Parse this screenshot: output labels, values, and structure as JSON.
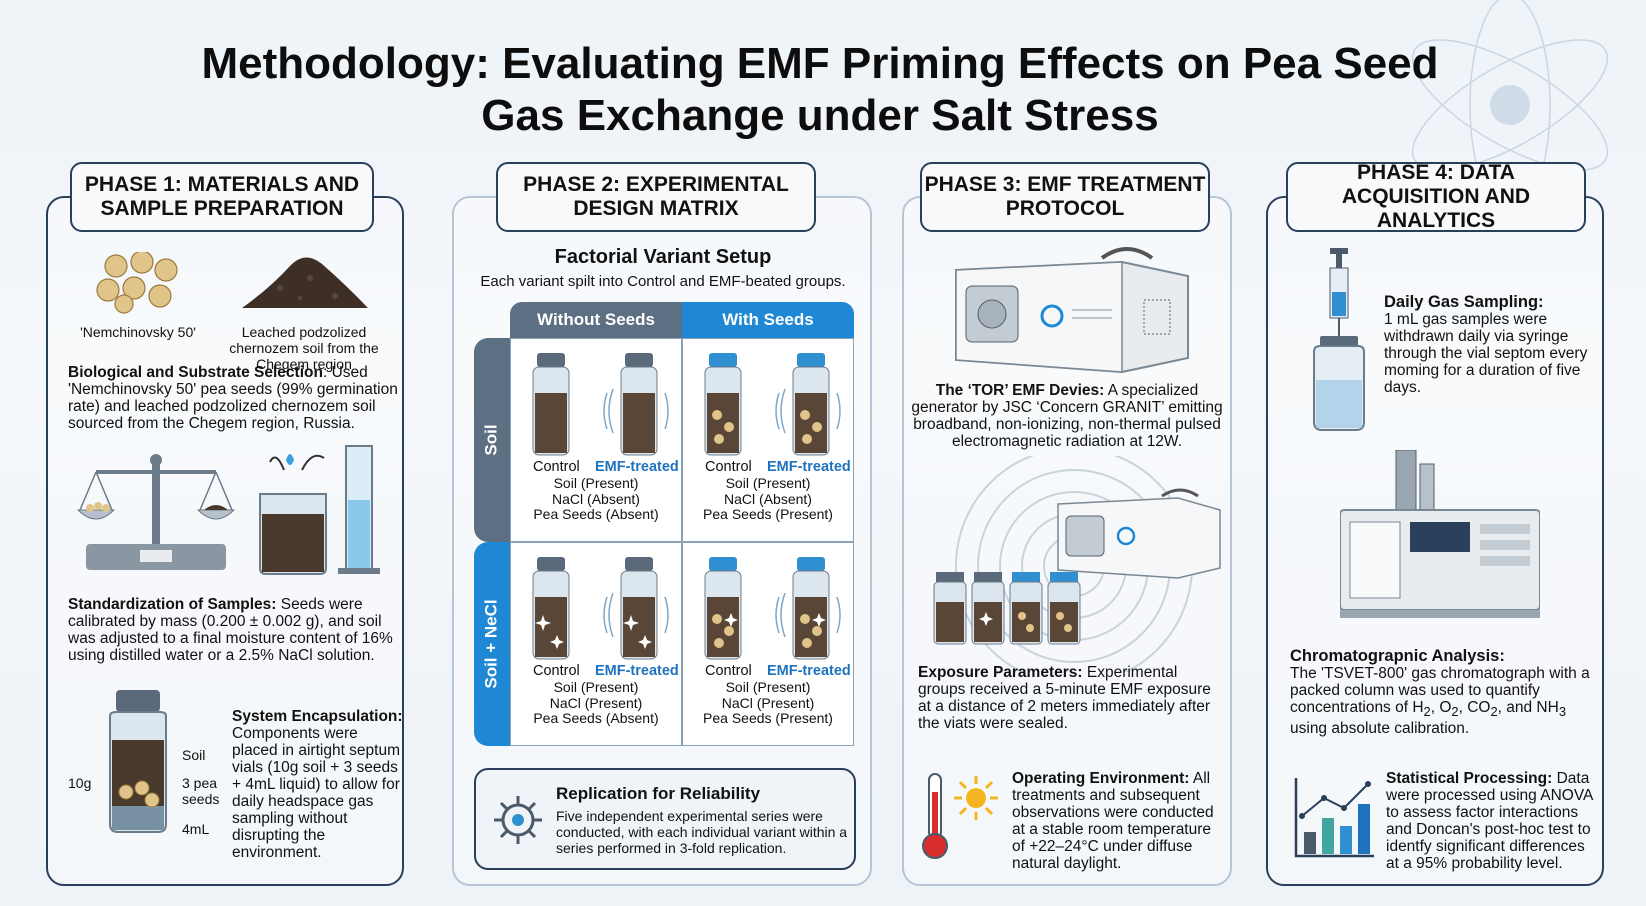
{
  "title": "Methodology: Evaluating EMF Priming Effects on Pea Seed Gas Exchange under Salt Stress",
  "colors": {
    "accent_blue": "#1e88d4",
    "slate": "#5d6f82",
    "border": "#2a3f5a",
    "emf_blue": "#1e73be"
  },
  "phase1": {
    "heading": "PHASE 1: MATERIALS AND SAMPLE PREPARATION",
    "seed_caption": "'Nemchinovsky 50'",
    "soil_caption": "Leached podzolized chernozem soil from the Chegem region",
    "bio_title": "Biological and Substrate Selection",
    "bio_text": ": Used 'Nemchinovsky 50' pea seeds (99% germination rate) and leached podzolized chernozem soil sourced from the Chegem region, Russia.",
    "std_title": "Standardization of Samples:",
    "std_text": " Seeds were calibrated by mass (0.200 ± 0.002 g), and soil was adjusted to a final moisture content of 16% using distilled water or a 2.5% NaCl solution.",
    "vial_labels": {
      "soil": "Soil",
      "mass": "10g",
      "seeds": "3 pea seeds",
      "liquid": "4mL"
    },
    "enc_title": "System Encapsulation:",
    "enc_text": " Components were placed in airtight septum vials (10g soil + 3 seeds + 4mL liquid) to allow for daily headspace gas sampling without disrupting the environment."
  },
  "phase2": {
    "heading": "PHASE 2: EXPERIMENTAL DESIGN MATRIX",
    "setup_title": "Factorial Variant Setup",
    "setup_sub": "Each variant spilt into Control and EMF-beated groups.",
    "col_without": "Without Seeds",
    "col_with": "With Seeds",
    "row_soil": "Soil",
    "row_soil_nacl": "Soil + NeCl",
    "label_control": "Control",
    "label_emf": "EMF-treated",
    "cells": [
      {
        "soil": "Soil (Present)",
        "nacl": "NaCl (Absent)",
        "seeds": "Pea Seeds (Absent)"
      },
      {
        "soil": "Soil (Present)",
        "nacl": "NaCl (Absent)",
        "seeds": "Pea Seeds (Present)"
      },
      {
        "soil": "Soil (Present)",
        "nacl": "NaCl (Present)",
        "seeds": "Pea Seeds (Absent)"
      },
      {
        "soil": "Soil (Present)",
        "nacl": "NaCl (Present)",
        "seeds": "Pea Seeds (Present)"
      }
    ],
    "rep_title": "Replication for Reliability",
    "rep_text": "Five independent experimental series were conducted, with each individual variant within a series performed in 3-fold replication."
  },
  "phase3": {
    "heading": "PHASE 3: EMF TREATMENT PROTOCOL",
    "dev_title": "The ‘TOR’ EMF Devies:",
    "dev_text": " A specialized generator by JSC ‘Concern GRANIT’ emitting broadband, non-ionizing, non-thermal pulsed electromagnetic radiation at 12W.",
    "exp_title": "Exposure Parameters:",
    "exp_text": " Experimental groups received a 5-minute EMF exposure at a distance of 2 meters immediately after the viats were sealed.",
    "env_title": "Operating Environment:",
    "env_text": " All treatments and subsequent observations were conducted at a stable room temperature of +22–24°C under diffuse natural daylight."
  },
  "phase4": {
    "heading": "PHASE 4: DATA ACQUISITION AND ANALYTICS",
    "gas_title": "Daily Gas Sampling:",
    "gas_text": "1 mL gas samples were withdrawn daily via syringe through the vial septom every moming for a duration of five days.",
    "chrom_title": "Chromatograpnic Analysis:",
    "chrom_text_1": "The 'TSVET-800' gas chromatograph with a packed column was used to quantify concentrations of H",
    "chrom_sub_2": "2",
    "chrom_sep_1": ", O",
    "chrom_sep_2": ", CO",
    "chrom_sep_3": ", and NH",
    "chrom_sub_3": "3",
    "chrom_text_2": " using absolute calibration.",
    "stat_title": "Statistical Processing:",
    "stat_text": " Data were processed using ANOVA to assess factor interactions and Doncan's post-hoc test to identfy significant differences at a 95% probability level."
  }
}
